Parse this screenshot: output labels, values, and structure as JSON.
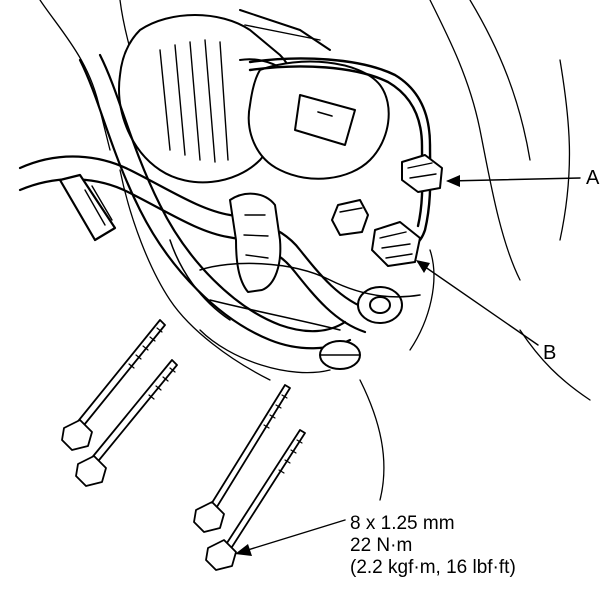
{
  "callouts": {
    "a": "A",
    "b": "B"
  },
  "bolt_spec": {
    "size": "8 x 1.25 mm",
    "torque_nm": "22 N·m",
    "torque_alt": "(2.2 kgf·m, 16 lbf·ft)"
  },
  "colors": {
    "line": "#000000",
    "background": "#ffffff"
  }
}
